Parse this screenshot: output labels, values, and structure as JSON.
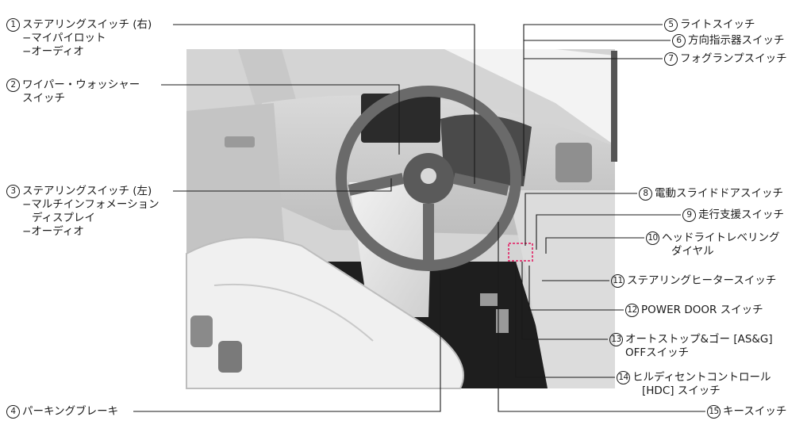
{
  "labels": [
    {
      "num": "1",
      "lines": [
        "ステアリングスイッチ (右)",
        "−マイパイロット",
        "−オーディオ"
      ]
    },
    {
      "num": "2",
      "lines": [
        "ワイパー・ウォッシャー",
        "スイッチ"
      ]
    },
    {
      "num": "3",
      "lines": [
        "ステアリングスイッチ (左)",
        "−マルチインフォメーション",
        "ディスプレイ",
        "−オーディオ"
      ]
    },
    {
      "num": "4",
      "lines": [
        "パーキングブレーキ"
      ]
    },
    {
      "num": "5",
      "lines": [
        "ライトスイッチ"
      ]
    },
    {
      "num": "6",
      "lines": [
        "方向指示器スイッチ"
      ]
    },
    {
      "num": "7",
      "lines": [
        "フォグランプスイッチ"
      ]
    },
    {
      "num": "8",
      "lines": [
        "電動スライドドアスイッチ"
      ]
    },
    {
      "num": "9",
      "lines": [
        "走行支援スイッチ"
      ]
    },
    {
      "num": "10",
      "lines": [
        "ヘッドライトレベリング",
        "ダイヤル"
      ]
    },
    {
      "num": "11",
      "lines": [
        "ステアリングヒータースイッチ"
      ]
    },
    {
      "num": "12",
      "lines": [
        "POWER DOOR スイッチ"
      ]
    },
    {
      "num": "13",
      "lines": [
        "オートストップ&ゴー [AS&G]",
        "OFFスイッチ"
      ]
    },
    {
      "num": "14",
      "lines": [
        "ヒルディセントコントロール",
        "[HDC] スイッチ"
      ]
    },
    {
      "num": "15",
      "lines": [
        "キースイッチ"
      ]
    }
  ],
  "colors": {
    "line": "#1a1a1a",
    "interior": "#e6e6e6",
    "highlight": "#e0457b"
  }
}
